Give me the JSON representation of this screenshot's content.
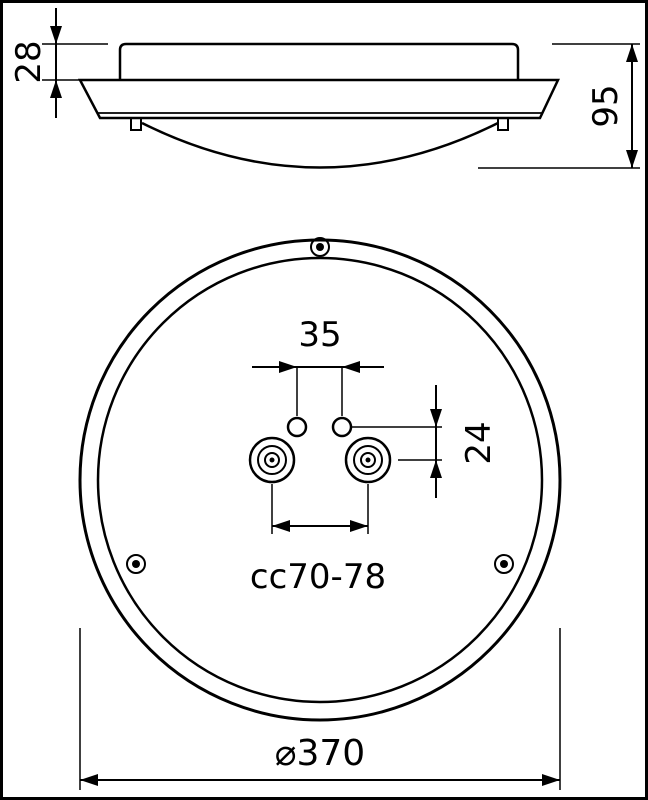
{
  "dimensions": {
    "height_top": "28",
    "height_total": "95",
    "hole_spacing_horizontal": "35",
    "hole_spacing_vertical": "24",
    "mounting_centers": "cc70-78",
    "diameter": "⌀370"
  }
}
